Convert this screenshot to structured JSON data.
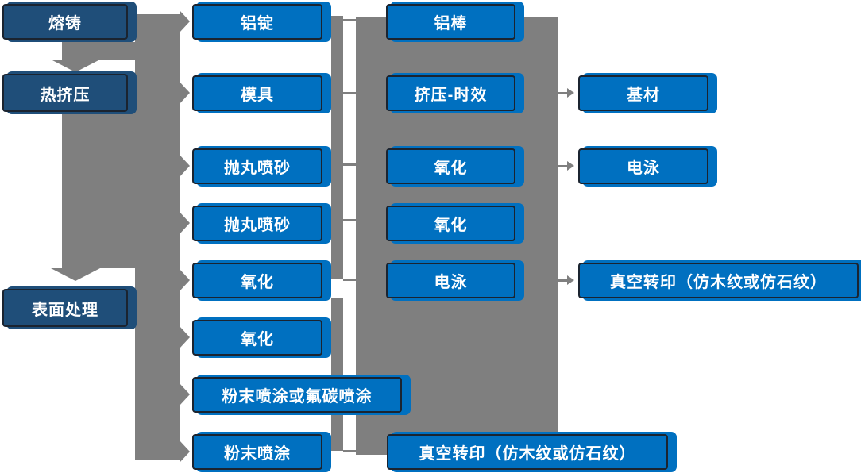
{
  "diagram_type": "process-flowchart",
  "language": "zh-CN",
  "colors": {
    "node_blue": "#0070C0",
    "node_navy": "#1F4E79",
    "connector_gray": "#7F7F7F",
    "node_border": "#1b2430",
    "text": "#FFFFFF",
    "background": "#FFFFFF"
  },
  "nodes": {
    "melting": {
      "label": "熔铸"
    },
    "hot_extrusion": {
      "label": "热挤压"
    },
    "surface_treatment": {
      "label": "表面处理"
    },
    "aluminum_ingot": {
      "label": "铝锭"
    },
    "mold": {
      "label": "模具"
    },
    "shot_blasting_1": {
      "label": "抛丸喷砂"
    },
    "shot_blasting_2": {
      "label": "抛丸喷砂"
    },
    "oxidation_1": {
      "label": "氧化"
    },
    "oxidation_2": {
      "label": "氧化"
    },
    "powder_or_fluorocarbon": {
      "label": "粉末喷涂或氟碳喷涂"
    },
    "powder_coating": {
      "label": "粉末喷涂"
    },
    "aluminum_rod": {
      "label": "铝棒"
    },
    "extrusion_aging": {
      "label": "挤压-时效"
    },
    "oxidation_3": {
      "label": "氧化"
    },
    "oxidation_4": {
      "label": "氧化"
    },
    "electrophoresis_1": {
      "label": "电泳"
    },
    "vacuum_transfer_1": {
      "label": "真空转印（仿木纹或仿石纹）"
    },
    "substrate": {
      "label": "基材"
    },
    "electrophoresis_2": {
      "label": "电泳"
    },
    "vacuum_transfer_2": {
      "label": "真空转印（仿木纹或仿石纹）"
    }
  },
  "connections": [
    {
      "from": "熔铸",
      "to": "热挤压",
      "style": "thick-down-arrow"
    },
    {
      "from": "热挤压",
      "to": "表面处理",
      "style": "thick-down-arrow"
    },
    {
      "from": "熔铸/热挤压/表面处理",
      "to": "铝锭",
      "style": "thick-right-arrow"
    },
    {
      "from": "熔铸/热挤压/表面处理",
      "to": "模具",
      "style": "thick-right-arrow"
    },
    {
      "from": "熔铸/热挤压/表面处理",
      "to": "抛丸喷砂",
      "style": "thick-right-arrow"
    },
    {
      "from": "熔铸/热挤压/表面处理",
      "to": "抛丸喷砂",
      "style": "thick-right-arrow"
    },
    {
      "from": "熔铸/热挤压/表面处理",
      "to": "氧化",
      "style": "thick-right-arrow"
    },
    {
      "from": "熔铸/热挤压/表面处理",
      "to": "氧化",
      "style": "thick-right-arrow"
    },
    {
      "from": "熔铸/热挤压/表面处理",
      "to": "粉末喷涂或氟碳喷涂",
      "style": "thick-right-arrow"
    },
    {
      "from": "熔铸/热挤压/表面处理",
      "to": "粉末喷涂",
      "style": "thick-right-arrow"
    },
    {
      "from": "铝锭",
      "to": "铝棒",
      "style": "bus-line"
    },
    {
      "from": "模具",
      "to": "挤压-时效",
      "style": "bus-line"
    },
    {
      "from": "抛丸喷砂",
      "to": "氧化",
      "style": "bus-line"
    },
    {
      "from": "抛丸喷砂",
      "to": "氧化",
      "style": "bus-line"
    },
    {
      "from": "氧化",
      "to": "电泳",
      "style": "bus-line"
    },
    {
      "from": "粉末喷涂",
      "to": "真空转印（仿木纹或仿石纹）",
      "style": "bus-line"
    },
    {
      "from": "挤压-时效",
      "to": "基材",
      "style": "thin-right-arrow"
    },
    {
      "from": "氧化",
      "to": "电泳",
      "style": "thin-right-arrow"
    },
    {
      "from": "电泳",
      "to": "真空转印（仿木纹或仿石纹）",
      "style": "thin-right-arrow"
    }
  ]
}
